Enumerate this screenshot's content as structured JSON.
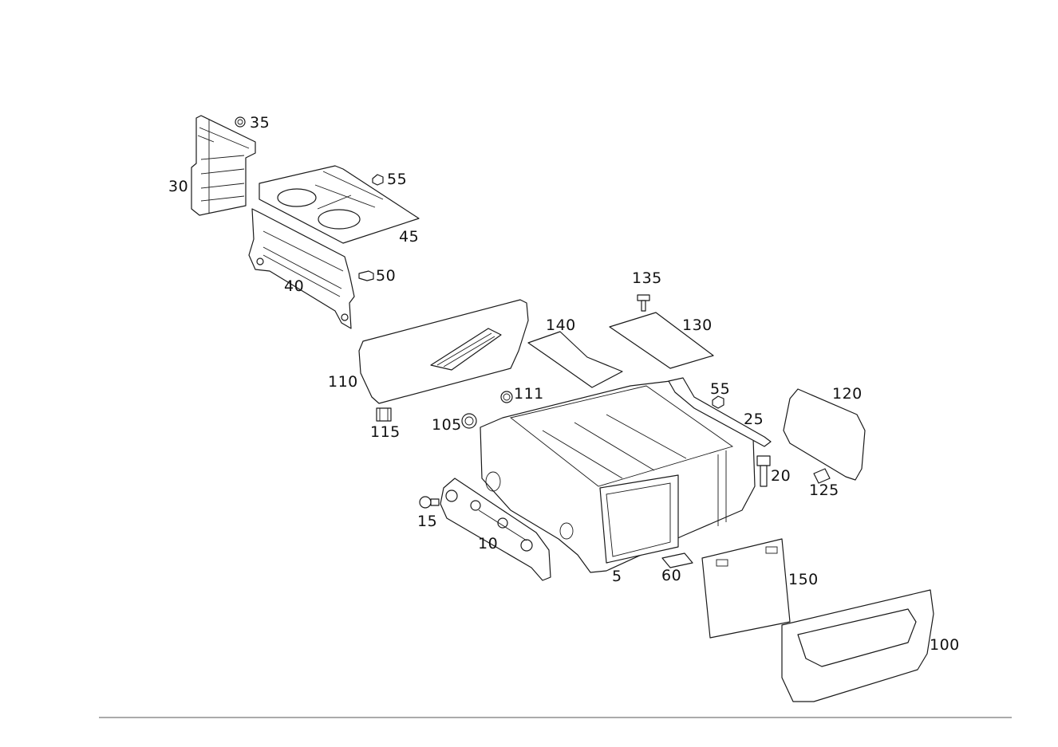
{
  "diagram": {
    "line_color": "#1a1a1a",
    "background": "#ffffff",
    "callouts": [
      {
        "id": "c35",
        "label": "35"
      },
      {
        "id": "c55a",
        "label": "55"
      },
      {
        "id": "c30",
        "label": "30"
      },
      {
        "id": "c45",
        "label": "45"
      },
      {
        "id": "c50",
        "label": "50"
      },
      {
        "id": "c40",
        "label": "40"
      },
      {
        "id": "c135",
        "label": "135"
      },
      {
        "id": "c140",
        "label": "140"
      },
      {
        "id": "c130",
        "label": "130"
      },
      {
        "id": "c110",
        "label": "110"
      },
      {
        "id": "c111",
        "label": "111"
      },
      {
        "id": "c55b",
        "label": "55"
      },
      {
        "id": "c120",
        "label": "120"
      },
      {
        "id": "c25",
        "label": "25"
      },
      {
        "id": "c115",
        "label": "115"
      },
      {
        "id": "c105",
        "label": "105"
      },
      {
        "id": "c20",
        "label": "20"
      },
      {
        "id": "c125",
        "label": "125"
      },
      {
        "id": "c15",
        "label": "15"
      },
      {
        "id": "c10",
        "label": "10"
      },
      {
        "id": "c5",
        "label": "5"
      },
      {
        "id": "c60",
        "label": "60"
      },
      {
        "id": "c150",
        "label": "150"
      },
      {
        "id": "c100",
        "label": "100"
      }
    ]
  }
}
